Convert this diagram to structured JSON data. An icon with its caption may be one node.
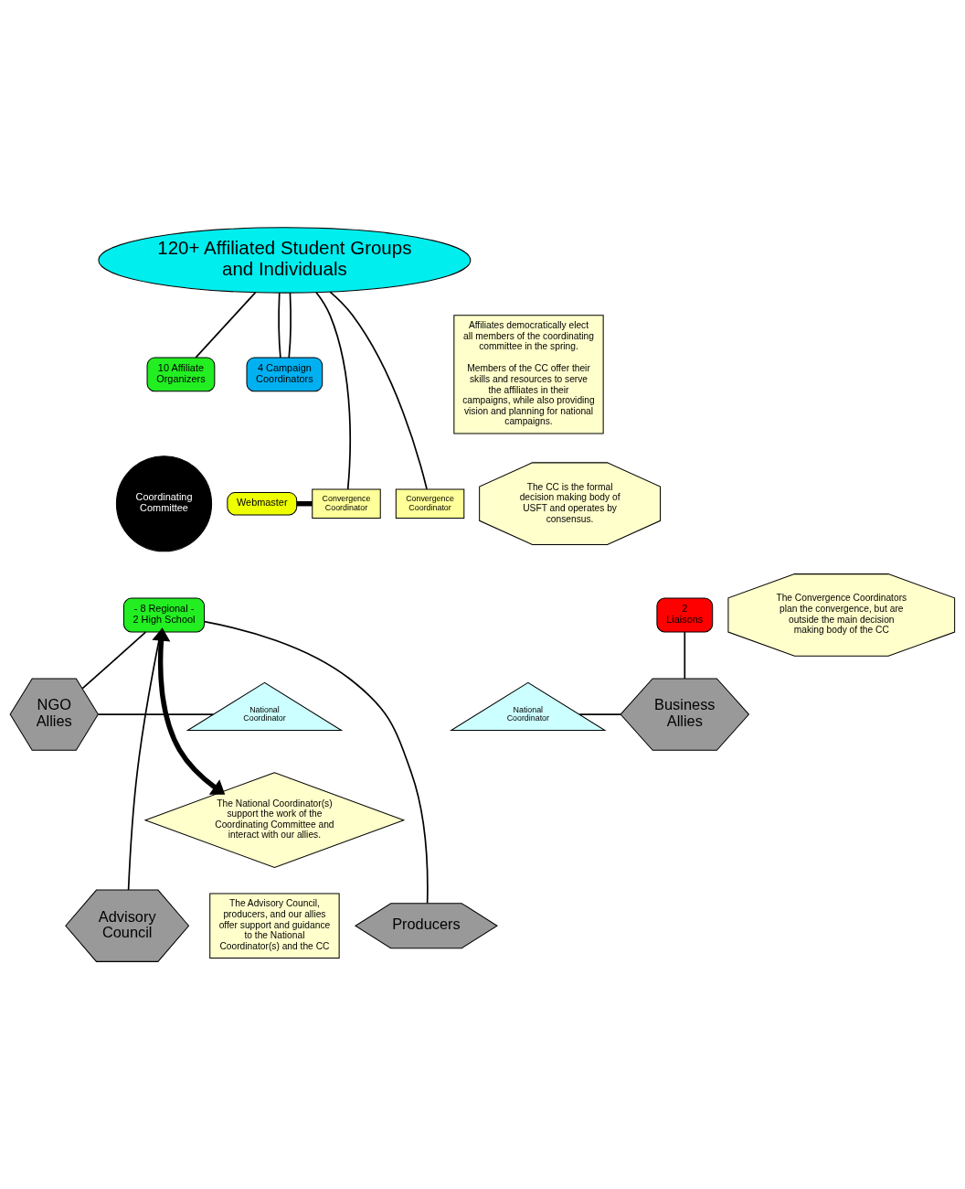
{
  "diagram": {
    "nodes": [
      {
        "text": [
          "120+ Affiliated Student Groups and Individuals"
        ]
      },
      {
        "text": [
          "Affiliates democratically elect all members of the coordinating committee in the spring.",
          "Members of the CC offer their skills and resources to serve the affiliates in their campaigns, while also providing vision and planning for national campaigns."
        ]
      },
      {
        "text": [
          "10 Affiliate Organizers"
        ]
      },
      {
        "text": [
          "4 Campaign Coordinators"
        ]
      },
      {
        "text": [
          "Webmaster"
        ]
      },
      {
        "text": [
          "2 Liaisons"
        ]
      },
      {
        "text": [
          "- 8 Regional - 2 High School"
        ]
      },
      {
        "text": [
          "Coordinating Committee"
        ]
      },
      {
        "text": [
          "Convergence Coordinator"
        ]
      },
      {
        "text": [
          "Convergence Coordinator"
        ]
      },
      {
        "text": [
          "The Convergence Coordinators plan the convergence, but are outside the main decision making body of the CC"
        ]
      },
      {
        "text": [
          "The CC is the formal decision making body of USFT and operates by consensus."
        ]
      },
      {
        "text": [
          "National Coordinator"
        ]
      },
      {
        "text": [
          "National Coordinator"
        ]
      },
      {
        "text": [
          "The National Coordinator(s) support the work of the Coordinating Committee and interact with our allies."
        ]
      },
      {
        "text": [
          "NGO Allies"
        ]
      },
      {
        "text": [
          "Business Allies"
        ]
      },
      {
        "text": [
          "Advisory Council"
        ]
      },
      {
        "text": [
          "Producers"
        ]
      },
      {
        "text": [
          "The Advisory Council, producers, and our allies offer support and guidance to the National Coordinator(s) and the CC"
        ]
      }
    ],
    "edges": [
      {
        "from": 0,
        "to": 2,
        "arrow": "none"
      },
      {
        "from": 0,
        "to": 3,
        "arrow": "none"
      },
      {
        "from": 0,
        "to": 3,
        "arrow": "none"
      },
      {
        "from": 0,
        "to": 8,
        "arrow": "none"
      },
      {
        "from": 0,
        "to": 9,
        "arrow": "none"
      },
      {
        "from": 4,
        "to": 8,
        "arrow": "none",
        "style": "thick"
      },
      {
        "from": 6,
        "to": 14,
        "arrow": "both",
        "style": "thick"
      },
      {
        "from": 6,
        "to": 15,
        "arrow": "none"
      },
      {
        "from": 5,
        "to": 16,
        "arrow": "none"
      },
      {
        "from": 6,
        "to": 17,
        "arrow": "none"
      },
      {
        "from": 6,
        "to": 18,
        "arrow": "none"
      },
      {
        "from": 15,
        "to": 12,
        "arrow": "none"
      },
      {
        "from": 13,
        "to": 16,
        "arrow": "none"
      }
    ]
  }
}
